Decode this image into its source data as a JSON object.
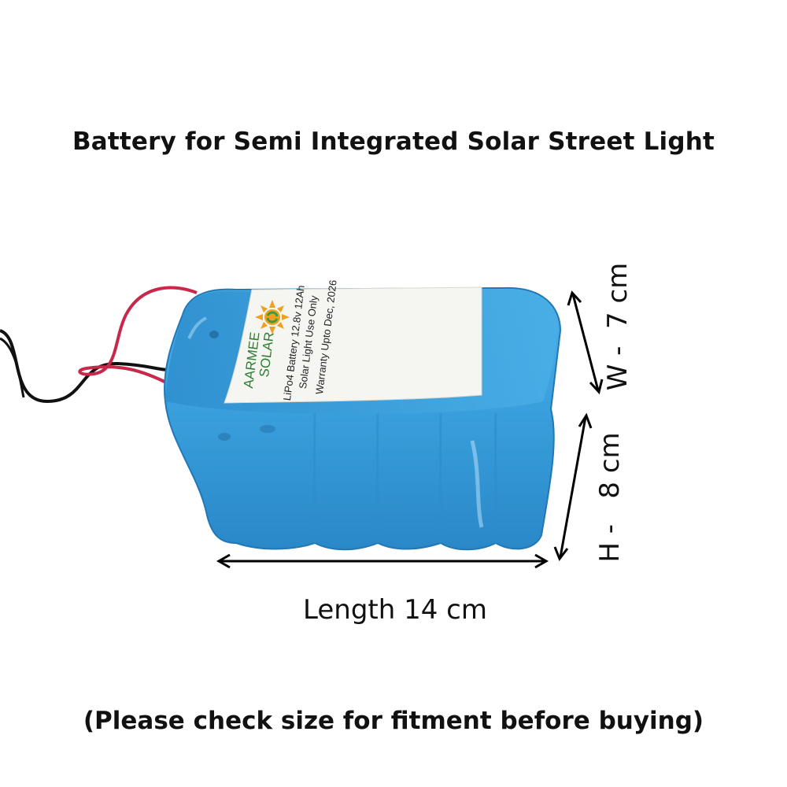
{
  "title": "Battery for Semi Integrated Solar Street Light",
  "footer": "(Please check size for fitment before buying)",
  "dimensions": {
    "length_label": "Length  14 cm",
    "width_label": "W -  7 cm",
    "height_label": "H -   8 cm"
  },
  "battery_label": {
    "brand_line1": "AARMEE",
    "brand_line2": "SOLAR",
    "line1": "LiPo4 Battery 12.8v 12Ah",
    "line2": "Solar Light Use Only",
    "line3": "Warranty Upto Dec, 2026"
  },
  "colors": {
    "battery_body": "#3aa0dd",
    "battery_shadow": "#1f7fbe",
    "label_bg": "#f5f5f2",
    "wire_red": "#c8284a",
    "wire_black": "#111111",
    "logo_orange": "#f0a020",
    "logo_green": "#3c9b3c"
  }
}
